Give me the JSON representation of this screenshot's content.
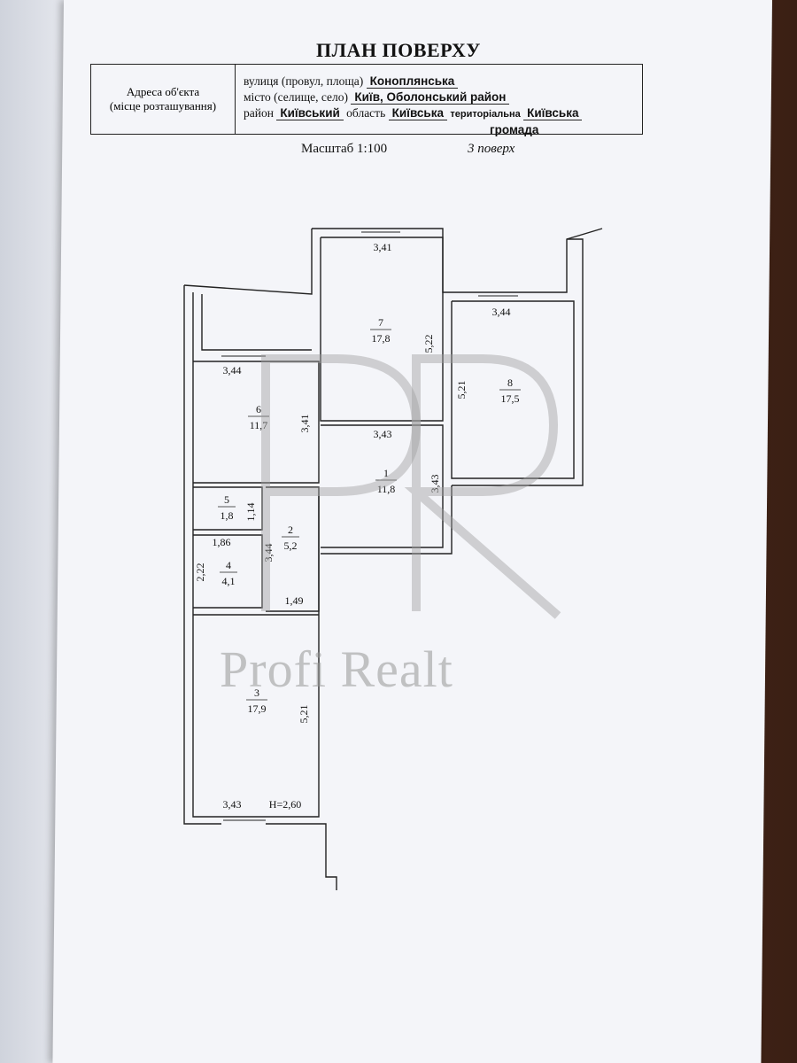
{
  "document": {
    "title": "ПЛАН ПОВЕРХУ",
    "address_label_1": "Адреса об'єкта",
    "address_label_2": "(місце розташування)",
    "street_label": "вулиця (провул, площа)",
    "street_value": "Коноплянська",
    "city_label": "місто (селище, село)",
    "city_value": "Київ,  Оболонський район",
    "district_label": "район",
    "district_value": "Київський",
    "oblast_label": "область",
    "oblast_value": "Київська",
    "community_label_1": "територіальна",
    "community_label_2": "громада",
    "community_value": "Київська",
    "scale": "Масштаб 1:100",
    "floor": "3 поверх"
  },
  "rooms": [
    {
      "num": "1",
      "area": "11,8"
    },
    {
      "num": "2",
      "area": "5,2"
    },
    {
      "num": "3",
      "area": "17,9"
    },
    {
      "num": "4",
      "area": "4,1"
    },
    {
      "num": "5",
      "area": "1,8"
    },
    {
      "num": "6",
      "area": "11,7"
    },
    {
      "num": "7",
      "area": "17,8"
    },
    {
      "num": "8",
      "area": "17,5"
    }
  ],
  "dimensions": {
    "r7_width": "3,41",
    "r7_height": "5,22",
    "r8_width": "3,44",
    "r8_height": "5,21",
    "r6_width": "3,44",
    "r6_height": "3,41",
    "r1_width": "3,43",
    "r1_height": "3,43",
    "r5_height": "1,14",
    "r4_width": "1,86",
    "r4_height": "2,22",
    "r2_height": "3,44",
    "r2_width": "1,49",
    "r3_width": "3,43",
    "r3_height": "5,21",
    "ceiling": "H=2,60"
  },
  "watermark": "Profi Realt"
}
